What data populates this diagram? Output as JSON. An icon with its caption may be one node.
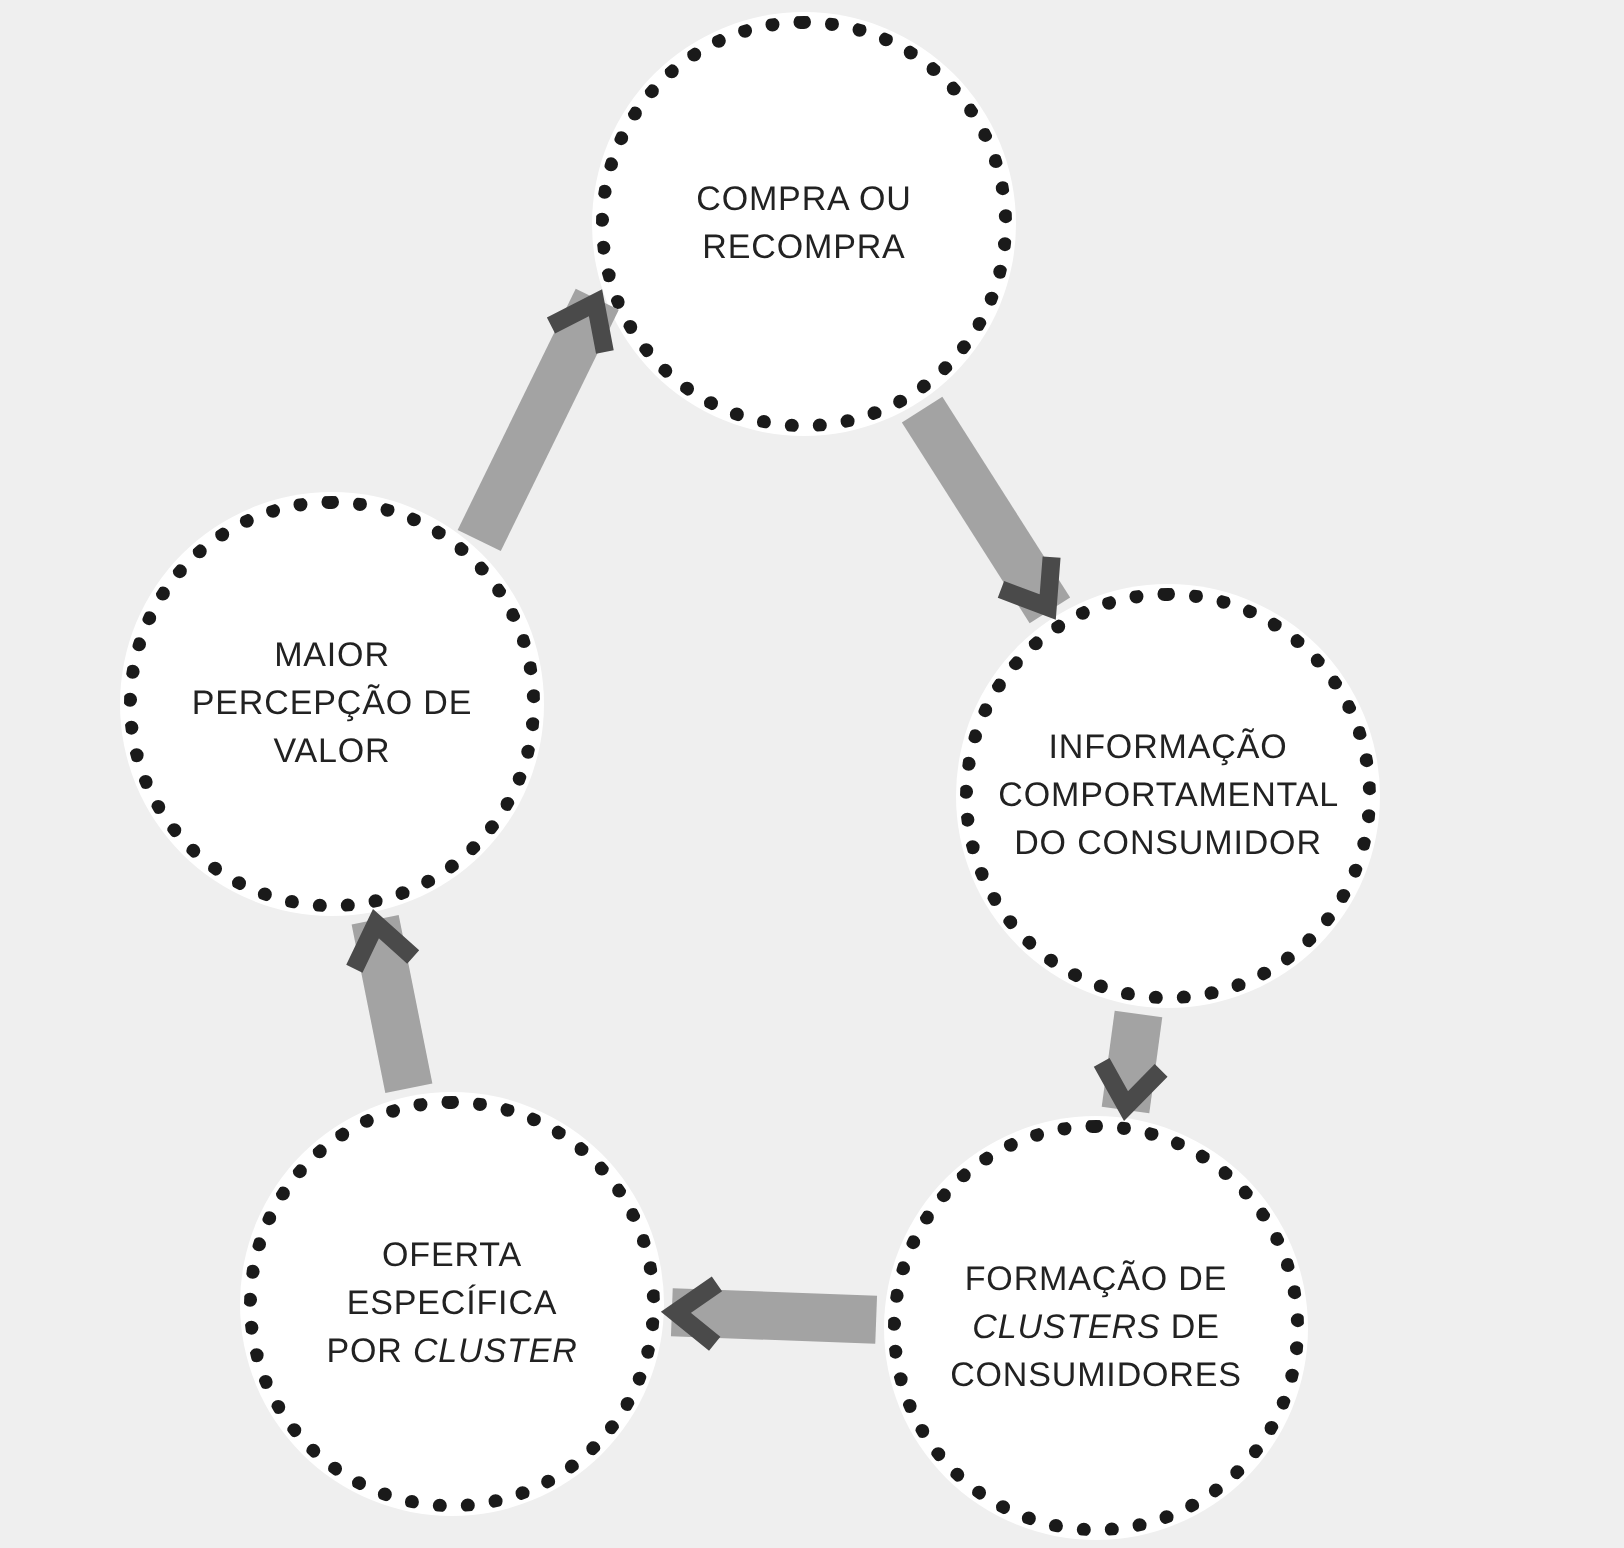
{
  "diagram": {
    "nodes": [
      {
        "text": [
          "COMPRA OU RECOMPRA"
        ]
      },
      {
        "text": [
          "MAIOR PERCEPÇÃO DE VALOR"
        ]
      },
      {
        "text": [
          "INFORMAÇÃO COMPORTAMENTAL DO CONSUMIDOR"
        ]
      },
      {
        "text": [
          "OFERTA ESPECÍFICA POR *CLUSTER*"
        ]
      },
      {
        "text": [
          "FORMAÇÃO DE *CLUSTERS* DE CONSUMIDORES"
        ]
      }
    ],
    "edges": [
      {
        "from": 0,
        "to": 2,
        "arrow": "to"
      },
      {
        "from": 2,
        "to": 4,
        "arrow": "to"
      },
      {
        "from": 4,
        "to": 3,
        "arrow": "to"
      },
      {
        "from": 3,
        "to": 1,
        "arrow": "to"
      },
      {
        "from": 1,
        "to": 0,
        "arrow": "to"
      }
    ]
  }
}
